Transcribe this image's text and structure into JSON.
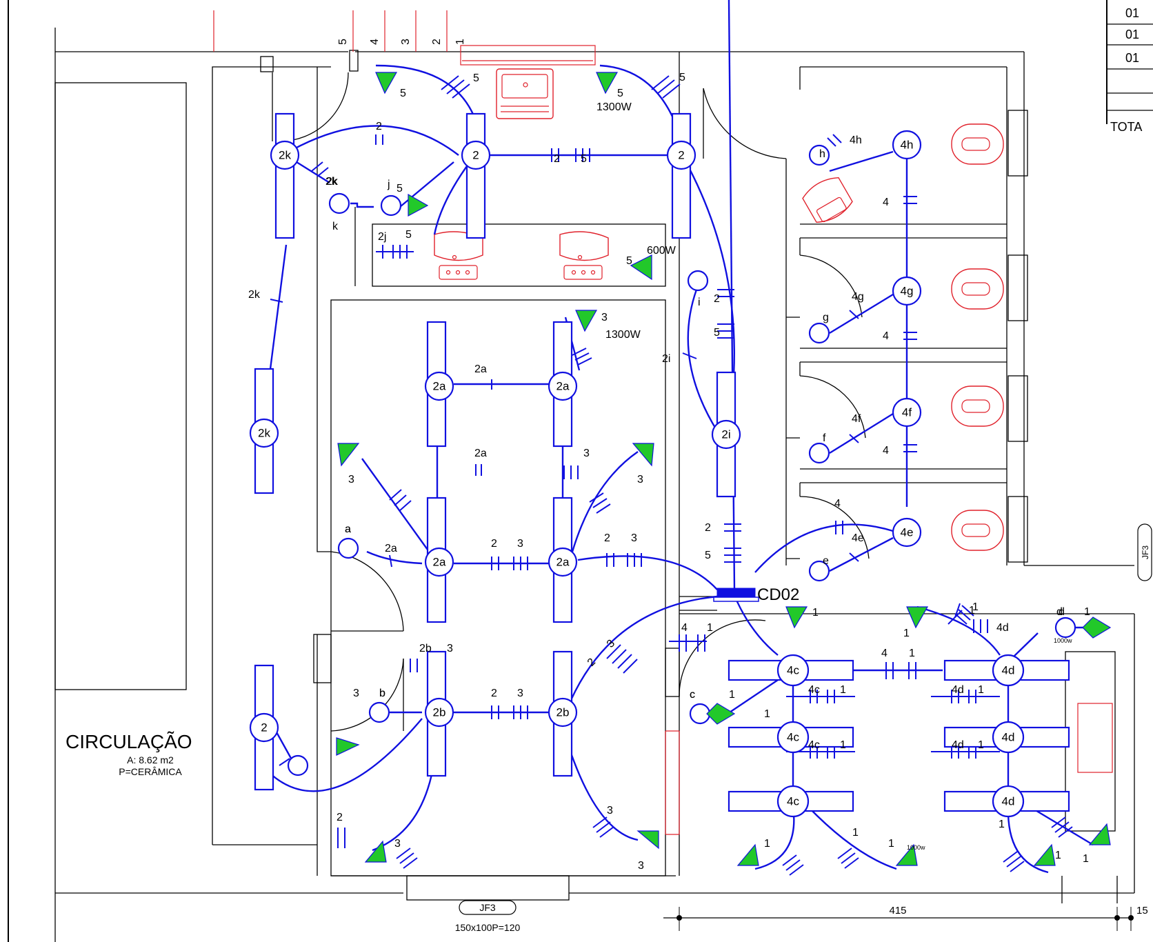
{
  "rooms": {
    "circulacao": {
      "name": "CIRCULAÇÃO",
      "area": "A: 8.62 m2",
      "floor": "P=CERÂMICA"
    }
  },
  "panel": {
    "label": "CD02"
  },
  "window": {
    "tag": "JF3",
    "dims": "150x100P=120",
    "side_tag": "JF3"
  },
  "dimensions": {
    "width_main": "415",
    "width_side": "15"
  },
  "load_table": {
    "rows": [
      "01",
      "01",
      "01",
      "",
      "TOTA"
    ]
  },
  "power_notes": [
    "1300W",
    "1300W",
    "600W",
    "1000w",
    "1000w"
  ],
  "top_circuit_numbers": [
    "5",
    "4",
    "3",
    "2",
    "1"
  ],
  "lamps": [
    {
      "label": "2k"
    },
    {
      "label": "2"
    },
    {
      "label": "2"
    },
    {
      "label": "2k"
    },
    {
      "label": "2a"
    },
    {
      "label": "2a"
    },
    {
      "label": "2a"
    },
    {
      "label": "2a"
    },
    {
      "label": "2i"
    },
    {
      "label": "2"
    },
    {
      "label": "2b"
    },
    {
      "label": "2b"
    },
    {
      "label": "4h"
    },
    {
      "label": "4g"
    },
    {
      "label": "4f"
    },
    {
      "label": "4e"
    },
    {
      "label": "4c"
    },
    {
      "label": "4c"
    },
    {
      "label": "4c"
    },
    {
      "label": "4d"
    },
    {
      "label": "4d"
    },
    {
      "label": "4d"
    }
  ],
  "switches": [
    "k",
    "j",
    "i",
    "h",
    "g",
    "f",
    "e",
    "a",
    "b",
    "c",
    "d"
  ],
  "wire_labels": [
    "5",
    "5",
    "5",
    "5",
    "2",
    "2",
    "5",
    "2k",
    "2k",
    "5",
    "2j",
    "5",
    "5",
    "3",
    "2k",
    "2",
    "5",
    "2i",
    "2a",
    "2a",
    "3",
    "3",
    "3",
    "a",
    "2a",
    "2",
    "3",
    "2",
    "3",
    "2",
    "5",
    "4h",
    "4",
    "4g",
    "4",
    "4f",
    "4",
    "4",
    "4e",
    "1",
    "1",
    "1",
    "1",
    "d",
    "1",
    "4d",
    "4",
    "1",
    "4",
    "1",
    "4c",
    "1",
    "4c",
    "1",
    "4d",
    "1",
    "4d",
    "1",
    "c",
    "1",
    "2b",
    "3",
    "3",
    "b",
    "2",
    "2",
    "3",
    "3",
    "3",
    "3",
    "1",
    "1",
    "1",
    "1",
    "1",
    "1",
    "1",
    "2",
    "3"
  ]
}
